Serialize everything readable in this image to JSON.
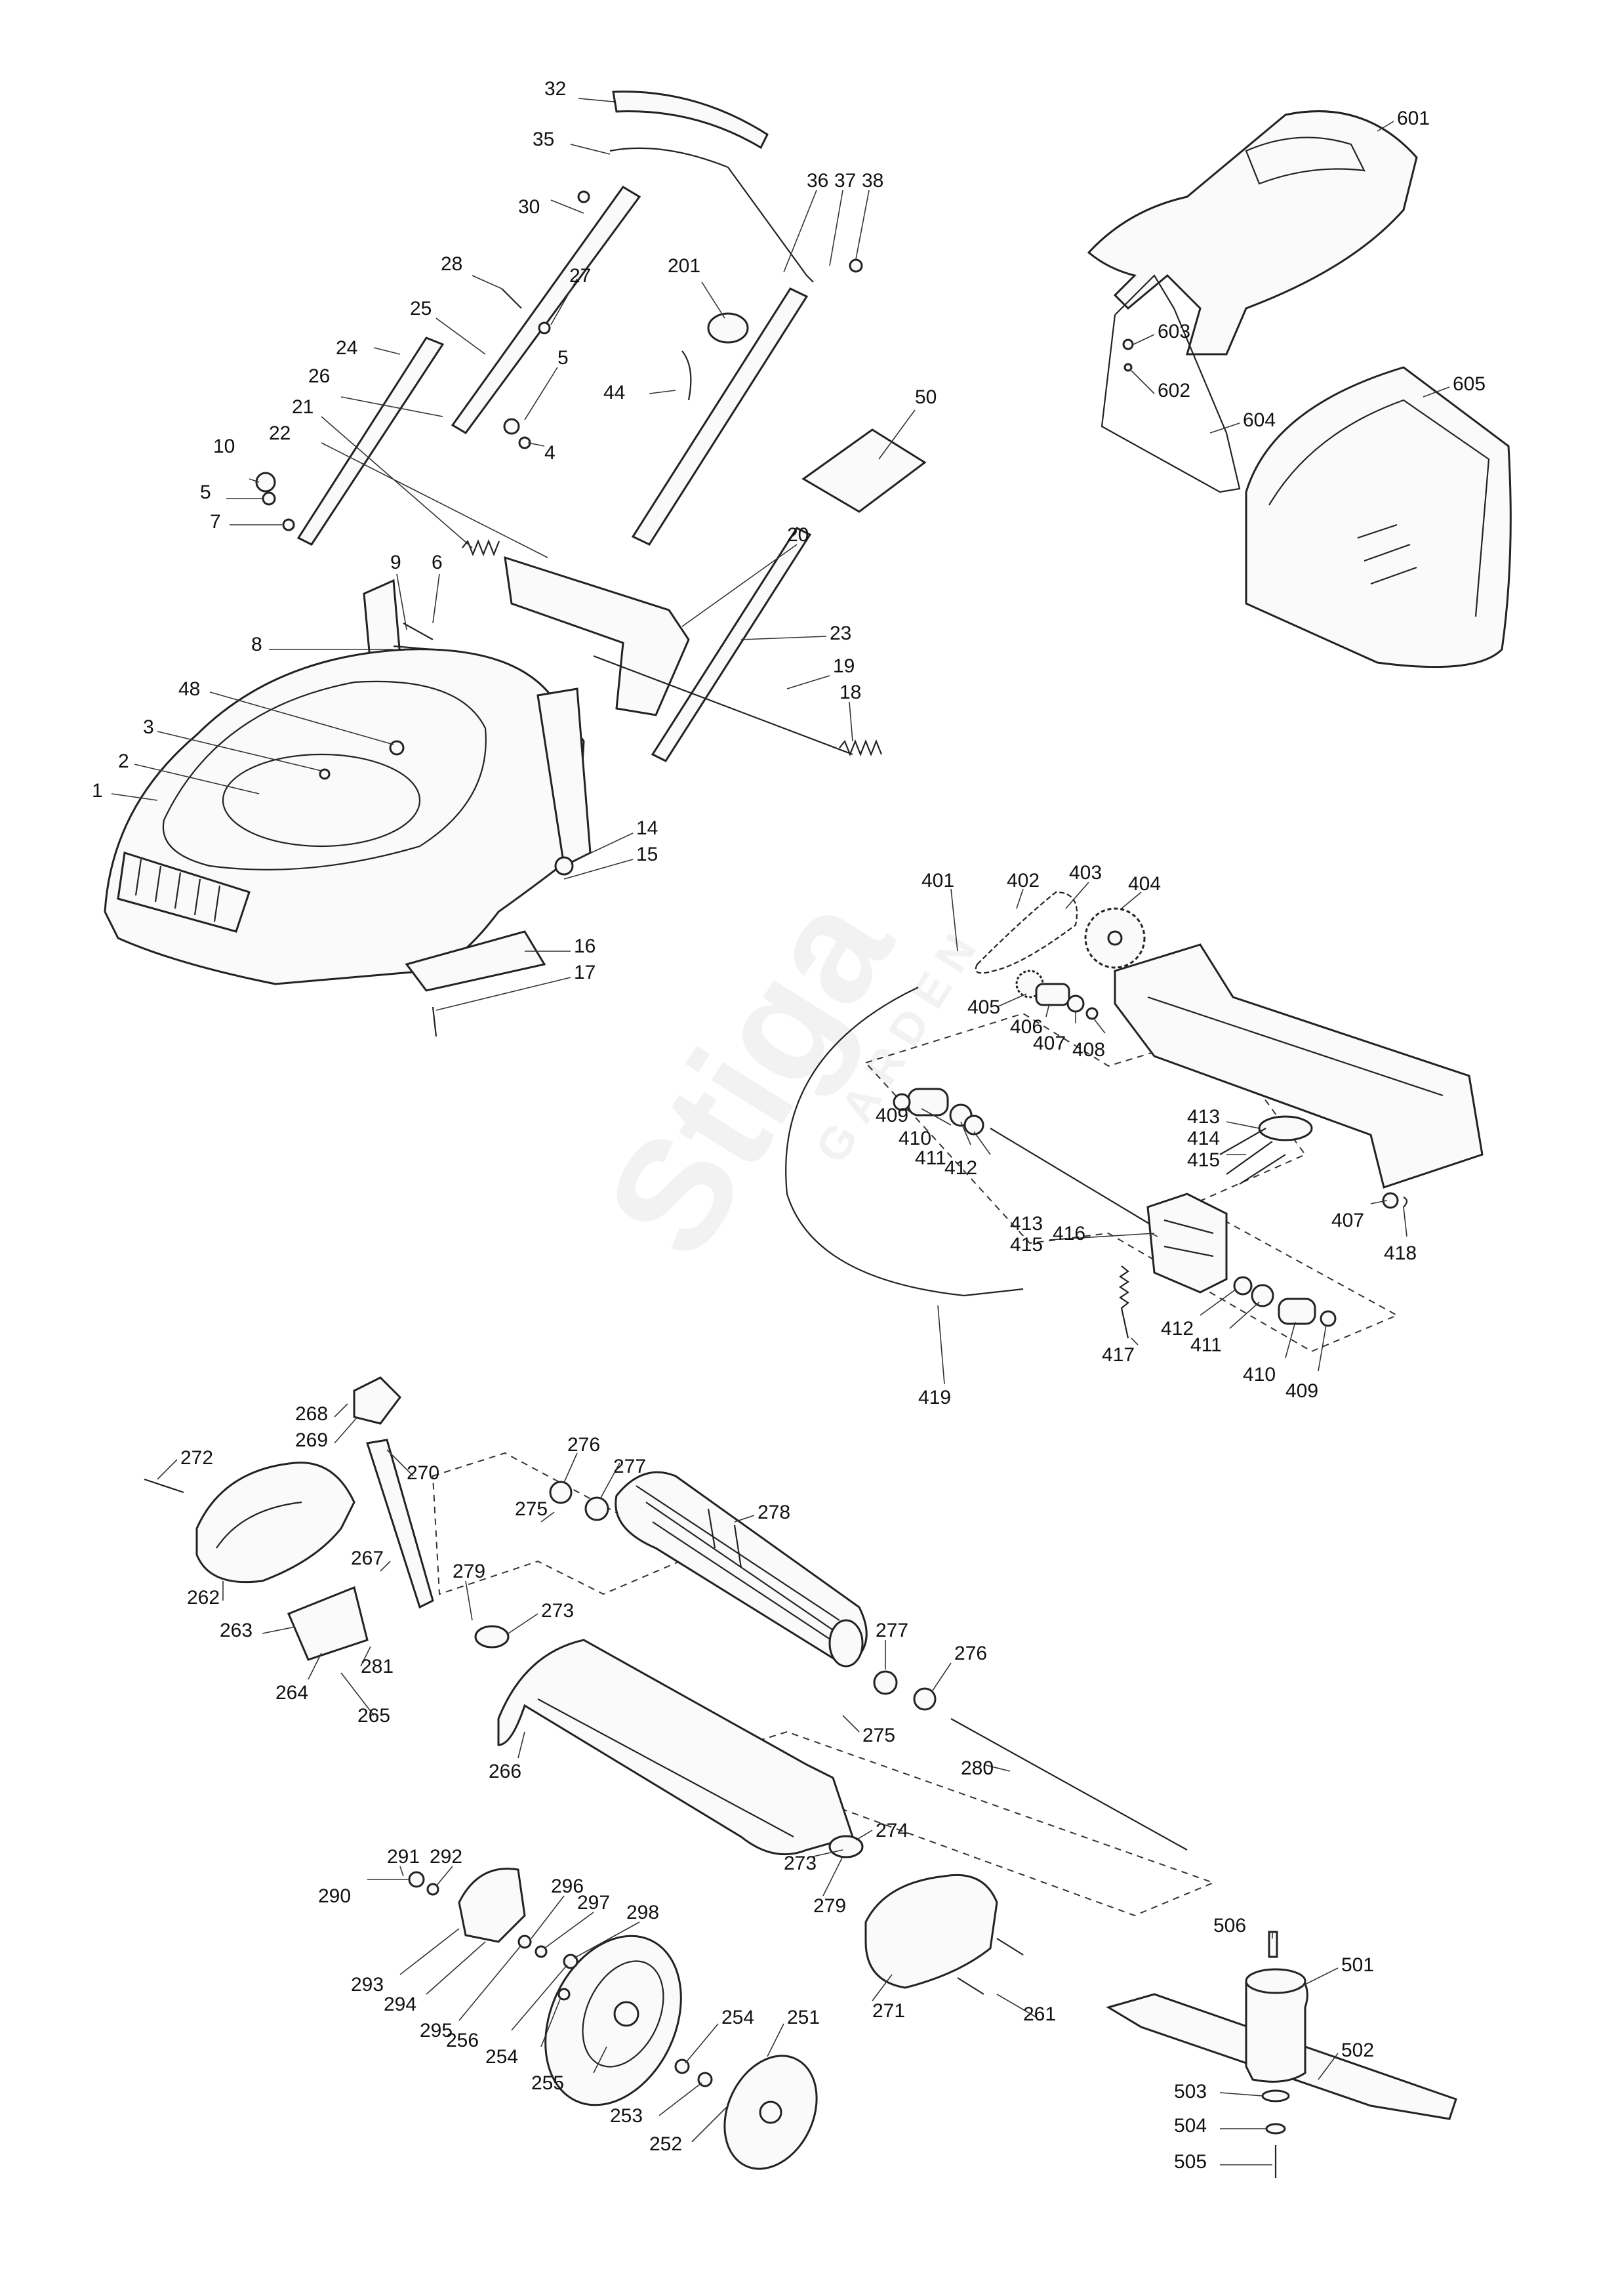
{
  "watermark": {
    "brand": "Stiga",
    "sub": "GARDEN"
  },
  "callouts": [
    {
      "id": "c32",
      "text": "32"
    },
    {
      "id": "c35",
      "text": "35"
    },
    {
      "id": "c36",
      "text": "36"
    },
    {
      "id": "c37",
      "text": "37"
    },
    {
      "id": "c38",
      "text": "38"
    },
    {
      "id": "c30",
      "text": "30"
    },
    {
      "id": "c28",
      "text": "28"
    },
    {
      "id": "c27",
      "text": "27"
    },
    {
      "id": "c201",
      "text": "201"
    },
    {
      "id": "c25",
      "text": "25"
    },
    {
      "id": "c24",
      "text": "24"
    },
    {
      "id": "c26",
      "text": "26"
    },
    {
      "id": "c5a",
      "text": "5"
    },
    {
      "id": "c44",
      "text": "44"
    },
    {
      "id": "c21",
      "text": "21"
    },
    {
      "id": "c22",
      "text": "22"
    },
    {
      "id": "c4",
      "text": "4"
    },
    {
      "id": "c50",
      "text": "50"
    },
    {
      "id": "c10",
      "text": "10"
    },
    {
      "id": "c5b",
      "text": "5"
    },
    {
      "id": "c7",
      "text": "7"
    },
    {
      "id": "c9",
      "text": "9"
    },
    {
      "id": "c6",
      "text": "6"
    },
    {
      "id": "c20",
      "text": "20"
    },
    {
      "id": "c8",
      "text": "8"
    },
    {
      "id": "c23",
      "text": "23"
    },
    {
      "id": "c48",
      "text": "48"
    },
    {
      "id": "c19",
      "text": "19"
    },
    {
      "id": "c18",
      "text": "18"
    },
    {
      "id": "c3",
      "text": "3"
    },
    {
      "id": "c2",
      "text": "2"
    },
    {
      "id": "c1",
      "text": "1"
    },
    {
      "id": "c14",
      "text": "14"
    },
    {
      "id": "c15",
      "text": "15"
    },
    {
      "id": "c16",
      "text": "16"
    },
    {
      "id": "c17",
      "text": "17"
    },
    {
      "id": "c601",
      "text": "601"
    },
    {
      "id": "c603",
      "text": "603"
    },
    {
      "id": "c602",
      "text": "602"
    },
    {
      "id": "c605",
      "text": "605"
    },
    {
      "id": "c604",
      "text": "604"
    },
    {
      "id": "c401",
      "text": "401"
    },
    {
      "id": "c402",
      "text": "402"
    },
    {
      "id": "c403",
      "text": "403"
    },
    {
      "id": "c404",
      "text": "404"
    },
    {
      "id": "c405",
      "text": "405"
    },
    {
      "id": "c406",
      "text": "406"
    },
    {
      "id": "c407a",
      "text": "407"
    },
    {
      "id": "c408",
      "text": "408"
    },
    {
      "id": "c409a",
      "text": "409"
    },
    {
      "id": "c410a",
      "text": "410"
    },
    {
      "id": "c411a",
      "text": "411"
    },
    {
      "id": "c412a",
      "text": "412"
    },
    {
      "id": "c413a",
      "text": "413"
    },
    {
      "id": "c414",
      "text": "414"
    },
    {
      "id": "c415a",
      "text": "415"
    },
    {
      "id": "c413b",
      "text": "413"
    },
    {
      "id": "c415b",
      "text": "415"
    },
    {
      "id": "c416",
      "text": "416"
    },
    {
      "id": "c407b",
      "text": "407"
    },
    {
      "id": "c418",
      "text": "418"
    },
    {
      "id": "c412b",
      "text": "412"
    },
    {
      "id": "c411b",
      "text": "411"
    },
    {
      "id": "c410b",
      "text": "410"
    },
    {
      "id": "c409b",
      "text": "409"
    },
    {
      "id": "c417",
      "text": "417"
    },
    {
      "id": "c419",
      "text": "419"
    },
    {
      "id": "c268",
      "text": "268"
    },
    {
      "id": "c269",
      "text": "269"
    },
    {
      "id": "c272",
      "text": "272"
    },
    {
      "id": "c270",
      "text": "270"
    },
    {
      "id": "c276a",
      "text": "276"
    },
    {
      "id": "c277a",
      "text": "277"
    },
    {
      "id": "c275a",
      "text": "275"
    },
    {
      "id": "c278",
      "text": "278"
    },
    {
      "id": "c267",
      "text": "267"
    },
    {
      "id": "c279a",
      "text": "279"
    },
    {
      "id": "c273a",
      "text": "273"
    },
    {
      "id": "c262",
      "text": "262"
    },
    {
      "id": "c263",
      "text": "263"
    },
    {
      "id": "c281",
      "text": "281"
    },
    {
      "id": "c264",
      "text": "264"
    },
    {
      "id": "c265",
      "text": "265"
    },
    {
      "id": "c277b",
      "text": "277"
    },
    {
      "id": "c276b",
      "text": "276"
    },
    {
      "id": "c275b",
      "text": "275"
    },
    {
      "id": "c266",
      "text": "266"
    },
    {
      "id": "c280",
      "text": "280"
    },
    {
      "id": "c291",
      "text": "291"
    },
    {
      "id": "c292",
      "text": "292"
    },
    {
      "id": "c274",
      "text": "274"
    },
    {
      "id": "c296",
      "text": "296"
    },
    {
      "id": "c297",
      "text": "297"
    },
    {
      "id": "c290",
      "text": "290"
    },
    {
      "id": "c298",
      "text": "298"
    },
    {
      "id": "c273b",
      "text": "273"
    },
    {
      "id": "c279b",
      "text": "279"
    },
    {
      "id": "c293",
      "text": "293"
    },
    {
      "id": "c294",
      "text": "294"
    },
    {
      "id": "c295",
      "text": "295"
    },
    {
      "id": "c256",
      "text": "256"
    },
    {
      "id": "c254a",
      "text": "254"
    },
    {
      "id": "c254b",
      "text": "254"
    },
    {
      "id": "c251",
      "text": "251"
    },
    {
      "id": "c255",
      "text": "255"
    },
    {
      "id": "c271",
      "text": "271"
    },
    {
      "id": "c261",
      "text": "261"
    },
    {
      "id": "c253",
      "text": "253"
    },
    {
      "id": "c252",
      "text": "252"
    },
    {
      "id": "c506",
      "text": "506"
    },
    {
      "id": "c501",
      "text": "501"
    },
    {
      "id": "c502",
      "text": "502"
    },
    {
      "id": "c503",
      "text": "503"
    },
    {
      "id": "c504",
      "text": "504"
    },
    {
      "id": "c505",
      "text": "505"
    }
  ]
}
